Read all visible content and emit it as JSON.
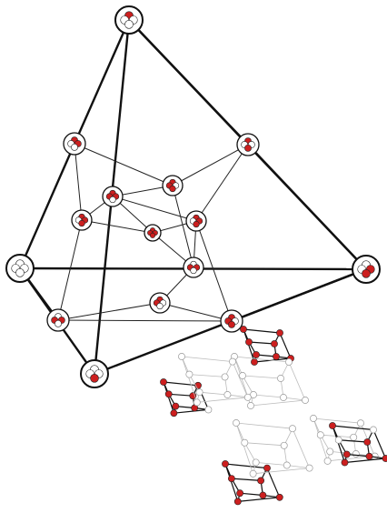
{
  "colors": {
    "occupied": "#cc1f1f",
    "empty": "#ffffff",
    "ring_green": "#d6e8cf",
    "ring_purple": "#ddd6ee",
    "ring_white": "#ffffff",
    "edge": "#111111",
    "faint": "#bbbbbb"
  },
  "big_graph": {
    "nodes": [
      {
        "id": "top",
        "level": 0,
        "state": "1000",
        "tone": "white"
      },
      {
        "id": "ul",
        "level": 1,
        "state": "1010",
        "tone": "purple"
      },
      {
        "id": "ur",
        "level": 1,
        "state": "1001",
        "tone": "purple"
      },
      {
        "id": "left",
        "level": 2,
        "state": "0000",
        "tone": "white"
      },
      {
        "id": "right",
        "level": 2,
        "state": "0011",
        "tone": "white"
      },
      {
        "id": "ll",
        "level": 1,
        "state": "0110",
        "tone": "purple"
      },
      {
        "id": "lr",
        "level": 1,
        "state": "1101",
        "tone": "purple"
      },
      {
        "id": "bottom",
        "level": 0,
        "state": "0001",
        "tone": "white"
      },
      {
        "id": "i1",
        "level": 3,
        "state": "1011",
        "tone": "green"
      },
      {
        "id": "i2",
        "level": 3,
        "state": "1101",
        "tone": "green"
      },
      {
        "id": "i3",
        "level": 3,
        "state": "1110",
        "tone": "green"
      },
      {
        "id": "i4",
        "level": 3,
        "state": "1011",
        "tone": "green"
      },
      {
        "id": "i5",
        "level": 3,
        "state": "0110",
        "tone": "green"
      },
      {
        "id": "i6",
        "level": 3,
        "state": "1100",
        "tone": "purple"
      },
      {
        "id": "center",
        "level": 4,
        "state": "1111",
        "tone": "purple"
      }
    ],
    "edges": [
      [
        "top",
        "ul"
      ],
      [
        "top",
        "ur"
      ],
      [
        "top",
        "right"
      ],
      [
        "top",
        "bottom"
      ],
      [
        "ul",
        "left"
      ],
      [
        "ul",
        "i1"
      ],
      [
        "ul",
        "i2"
      ],
      [
        "ur",
        "right"
      ],
      [
        "ur",
        "i4"
      ],
      [
        "ur",
        "i2"
      ],
      [
        "left",
        "right"
      ],
      [
        "left",
        "ll"
      ],
      [
        "left",
        "bottom"
      ],
      [
        "right",
        "lr"
      ],
      [
        "right",
        "bottom"
      ],
      [
        "ll",
        "i1"
      ],
      [
        "ll",
        "i6"
      ],
      [
        "ll",
        "lr"
      ],
      [
        "lr",
        "i4"
      ],
      [
        "lr",
        "i6"
      ],
      [
        "i1",
        "i3"
      ],
      [
        "i3",
        "i2"
      ],
      [
        "i3",
        "center"
      ],
      [
        "i2",
        "i5"
      ],
      [
        "i4",
        "center"
      ],
      [
        "i4",
        "i5"
      ],
      [
        "i5",
        "center"
      ],
      [
        "i5",
        "i6"
      ],
      [
        "i1",
        "center"
      ],
      [
        "i3",
        "i4"
      ]
    ]
  },
  "mini_graphs": [
    {
      "id": "mini-a",
      "tone": "mixed"
    },
    {
      "id": "mini-b",
      "tone": "mixed"
    },
    {
      "id": "mini-c",
      "tone": "mixed"
    },
    {
      "id": "mini-d",
      "tone": "mixed"
    },
    {
      "id": "mini-e",
      "tone": "mixed"
    }
  ]
}
